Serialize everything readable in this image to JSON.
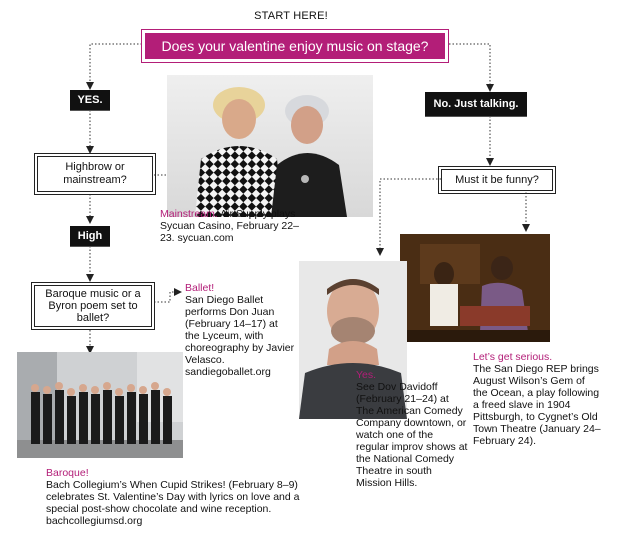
{
  "start_label": "START HERE!",
  "question": "Does your valentine enjoy music on stage?",
  "yes_label": "YES.",
  "no_label": "No. Just talking.",
  "highbrow_question": "Highbrow or mainstream?",
  "high_label": "High",
  "baroque_question": "Baroque music or a Byron poem set to ballet?",
  "funny_question": "Must it be funny?",
  "mainstream": {
    "heading": "Mainstream.",
    "body": "Air Supply plays Sycuan Casino, February 22–23. sycuan.com"
  },
  "ballet": {
    "heading": "Ballet!",
    "body": "San Diego Ballet performs Don Juan (February 14–17) at the Lyceum, with choreography by Javier Velasco. sandiegoballet.org"
  },
  "yes_comedy": {
    "heading": "Yes.",
    "body": "See Dov Davidoff (February 21–24) at The American Comedy Company downtown, or watch one of the regular improv shows at the National Comedy Theatre in south Mission Hills."
  },
  "serious": {
    "heading": "Let’s get serious.",
    "body": "The San Diego REP brings August Wilson’s Gem of the Ocean, a play following a freed slave in 1904 Pittsburgh, to Cygnet’s Old Town Theatre (January 24–February 24)."
  },
  "baroque": {
    "heading": "Baroque!",
    "body": "Bach Collegium’s When Cupid Strikes! (February 8–9) celebrates St. Valentine’s Day with lyrics on love and a special post-show chocolate and wine reception. bachcollegiumsd.org"
  },
  "colors": {
    "accent": "#b31e78",
    "box": "#111111"
  }
}
